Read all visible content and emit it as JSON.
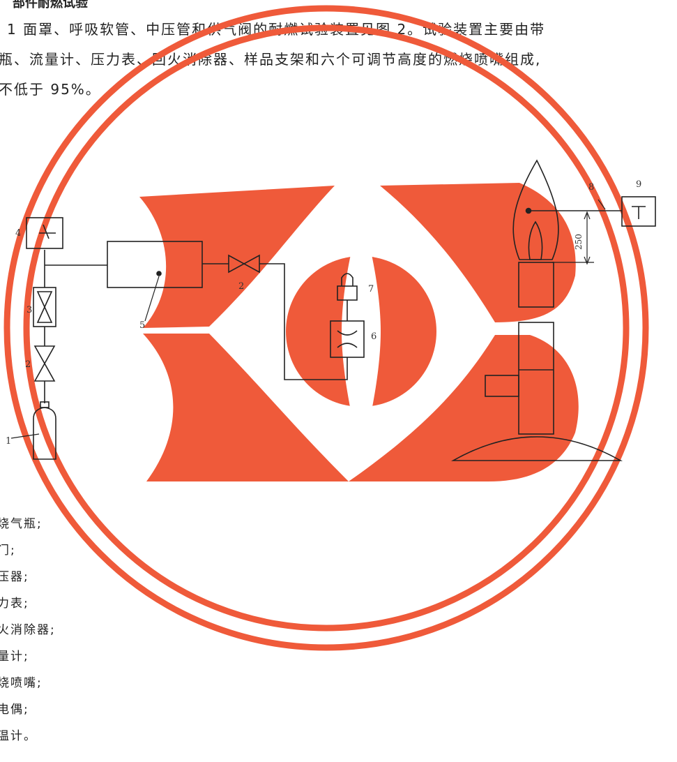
{
  "section_heading": "部件耐燃试验",
  "paragraph": {
    "line1": "1   面罩、呼吸软管、中压管和供气阀的耐燃试验装置见图 2。试验装置主要由带",
    "line2": "瓶、流量计、压力表、回火消除器、样品支架和六个可调节高度的燃烧喷嘴组成,",
    "line3": "不低于 95%。"
  },
  "diagram": {
    "labels": [
      "1",
      "2",
      "2",
      "3",
      "4",
      "5",
      "6",
      "7",
      "8",
      "9"
    ],
    "dimension": "250"
  },
  "legend": [
    "烧气瓶;",
    "门;",
    "压器;",
    "力表;",
    "火消除器;",
    "量计;",
    "烧喷嘴;",
    "电偶;",
    "温计。"
  ],
  "stamp": {
    "color": "#ef5a3a"
  }
}
